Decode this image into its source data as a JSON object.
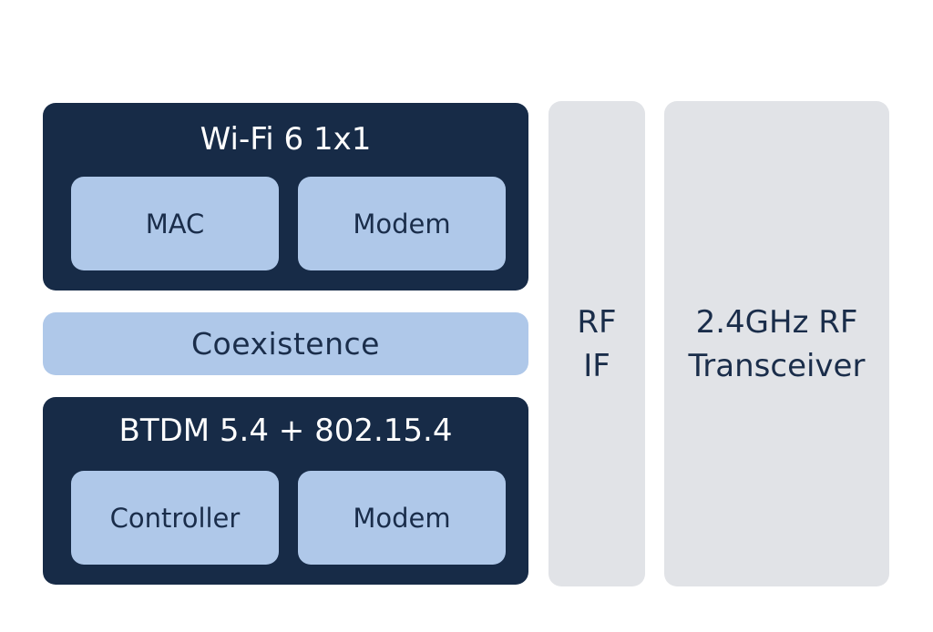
{
  "wifi": {
    "title": "Wi-Fi 6 1x1",
    "blocks": [
      "MAC",
      "Modem"
    ]
  },
  "coexistence": {
    "label": "Coexistence"
  },
  "btdm": {
    "title": "BTDM 5.4 + 802.15.4",
    "blocks": [
      "Controller",
      "Modem"
    ]
  },
  "rf_if": {
    "label": "RF\nIF"
  },
  "transceiver": {
    "label": "2.4GHz RF\nTransceiver"
  },
  "colors": {
    "dark_navy": "#172b47",
    "light_blue": "#afc8e9",
    "light_grey": "#e1e3e7",
    "text_navy": "#1a2d4a",
    "white": "#ffffff"
  }
}
